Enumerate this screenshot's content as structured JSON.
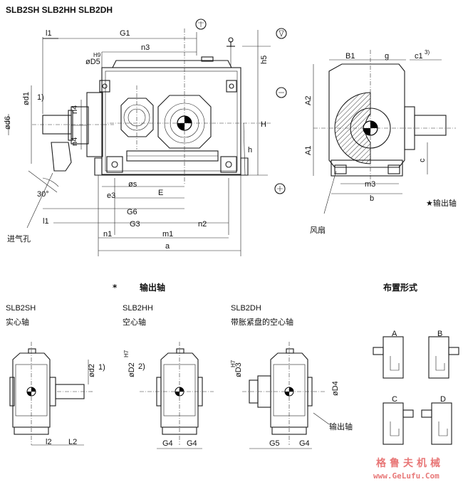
{
  "header": {
    "title": "SLB2SH  SLB2HH  SLB2DH"
  },
  "front_view": {
    "dims": {
      "l1": "l1",
      "G1": "G1",
      "n3": "n3",
      "D5": "øD5",
      "H9": "H9",
      "h5": "h5",
      "d1": "ød1",
      "d1_note": "1)",
      "d6": "ød6",
      "n4a": "n4",
      "n4b": "n4",
      "H": "H",
      "h": "h",
      "angle": "30°",
      "e3": "e3",
      "s": "øs",
      "E": "E",
      "G6": "G6",
      "G3": "G3",
      "n2": "n2",
      "l_lower": "l1",
      "n1": "n1",
      "m1": "m1",
      "a": "a"
    },
    "air_vent_label": "进气孔"
  },
  "side_view": {
    "dims": {
      "B1": "B1",
      "g": "g",
      "c1": "c1",
      "c1_note": "3)",
      "A2": "A2",
      "A1": "A1",
      "c": "c",
      "m3": "m3",
      "b": "b"
    },
    "fan_label": "风扇",
    "output_shaft_label": "★输出轴"
  },
  "output_section": {
    "star": "*",
    "title": "输出轴",
    "variants": [
      {
        "code": "SLB2SH",
        "desc": "实心轴",
        "d_label": "ød2",
        "d_note": "1)",
        "dim_a": "l2",
        "dim_b": "L2"
      },
      {
        "code": "SLB2HH",
        "desc": "空心轴",
        "d_label": "øD2",
        "d_sup": "H7",
        "d_note": "2)",
        "dim_a": "G4",
        "dim_b": "G4"
      },
      {
        "code": "SLB2DH",
        "desc": "带胀紧盘的空心轴",
        "d_label": "øD3",
        "d_sup": "H7",
        "d4_label": "øD4",
        "dim_a": "G5",
        "dim_b": "G4",
        "shaft_label": "输出轴"
      }
    ]
  },
  "arrangement": {
    "title": "布置形式",
    "forms": [
      "A",
      "B",
      "C",
      "D"
    ]
  },
  "watermark": {
    "cn": "格鲁夫机械",
    "url": "www.GeLufu.Com"
  }
}
